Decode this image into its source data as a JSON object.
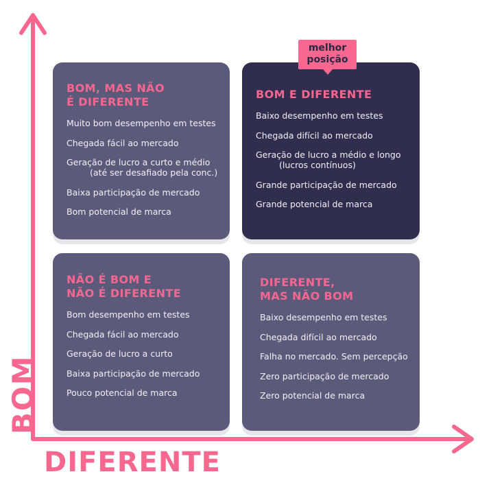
{
  "colors": {
    "accent": "#f7678f",
    "box_light": "#5c5a7a",
    "box_dark": "#302d4e",
    "text": "#f2f1f7"
  },
  "axes": {
    "y_label": "BOM",
    "x_label": "DIFERENTE"
  },
  "badge": {
    "line1": "melhor",
    "line2": "posição"
  },
  "quadrants": {
    "top_left": {
      "title_line1": "BOM, MAS NÃO",
      "title_line2": "É DIFERENTE",
      "items": [
        "Muito bom desempenho em testes",
        "Chegada fácil ao mercado",
        "Geração de lucro a curto e médio",
        "Baixa participação de mercado",
        "Bom potencial de marca"
      ],
      "item3_sub": "(até ser desafiado pela conc.)"
    },
    "top_right": {
      "title_line1": "BOM E DIFERENTE",
      "items": [
        "Baixo desempenho em testes",
        "Chegada difícil ao mercado",
        "Geração de lucro a médio e longo",
        "Grande participação de mercado",
        "Grande potencial de marca"
      ],
      "item3_sub": "(lucros contínuos)"
    },
    "bottom_left": {
      "title_line1": "NÃO É BOM E",
      "title_line2": "NÃO É DIFERENTE",
      "items": [
        "Bom desempenho em testes",
        "Chegada fácil ao mercado",
        "Geração de lucro a curto",
        "Baixa participação de mercado",
        "Pouco potencial de marca"
      ]
    },
    "bottom_right": {
      "title_line1": "DIFERENTE,",
      "title_line2": "MAS NÃO BOM",
      "items": [
        "Baixo desempenho em testes",
        "Chegada difícil ao mercado",
        "Falha no mercado. Sem percepção",
        "Zero participação de mercado",
        "Zero potencial de marca"
      ]
    }
  }
}
